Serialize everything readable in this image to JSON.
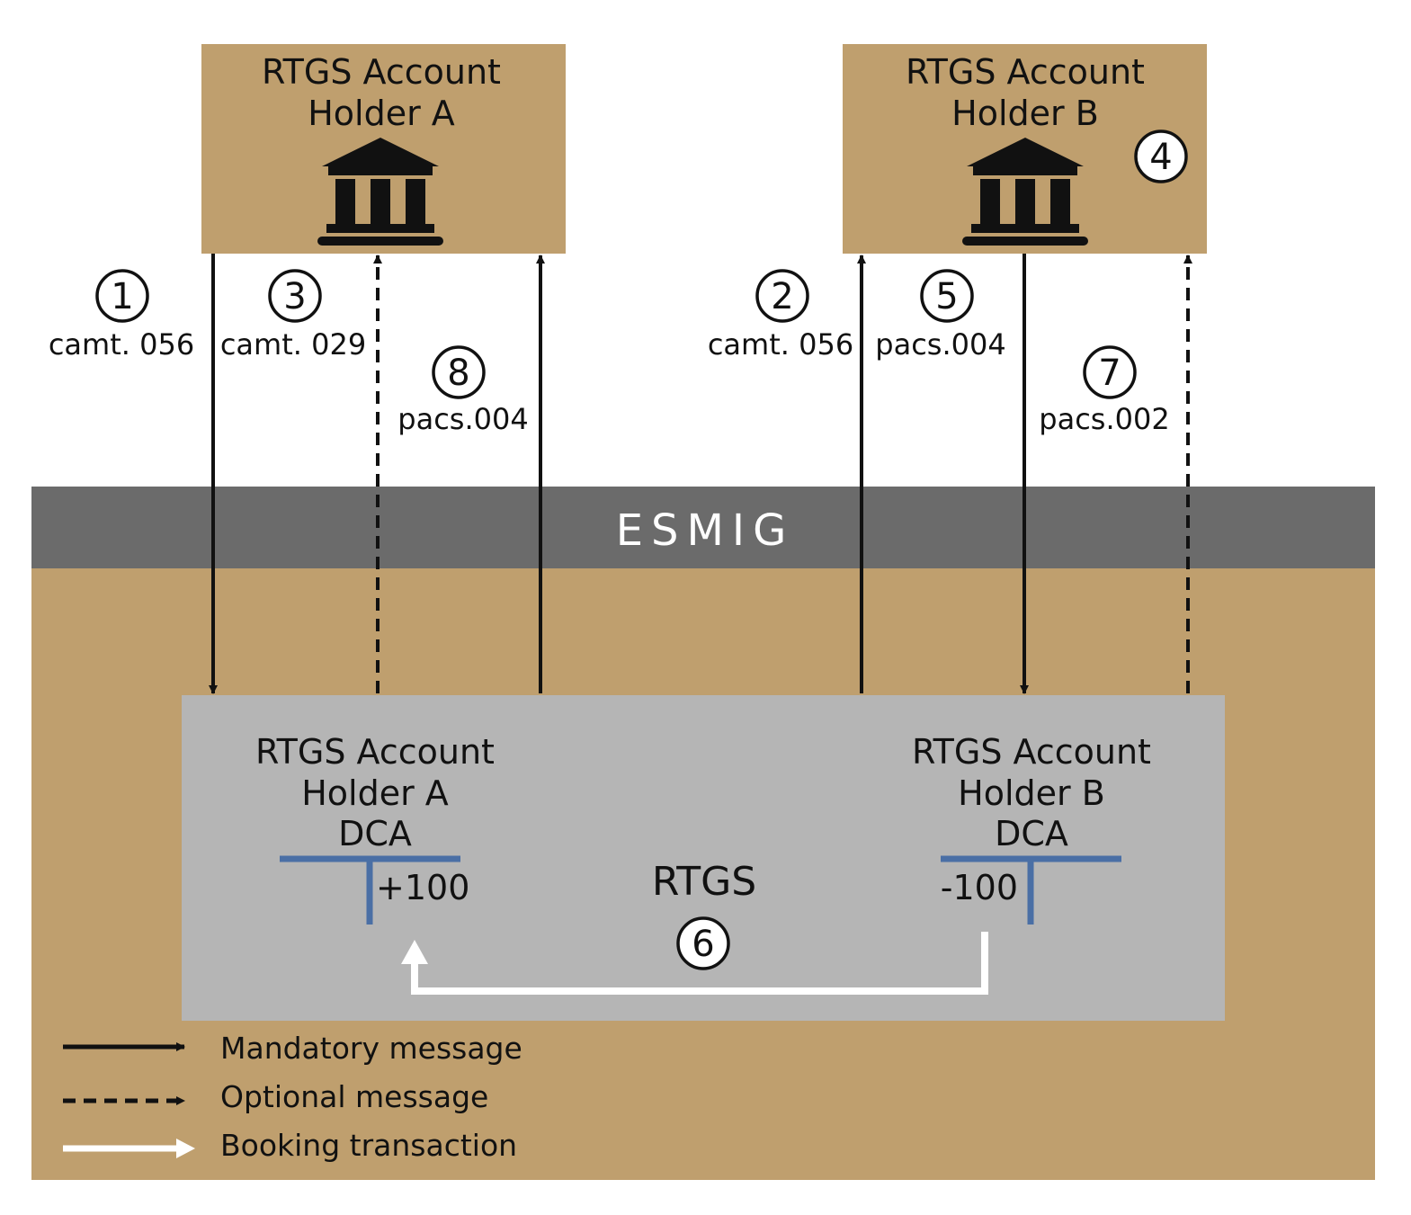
{
  "holder_a": {
    "line1": "RTGS Account",
    "line2": "Holder A"
  },
  "holder_b": {
    "line1": "RTGS Account",
    "line2": "Holder B"
  },
  "esmig": {
    "label": "ESMIG"
  },
  "rtgs": {
    "label": "RTGS",
    "dca_a": {
      "line1": "RTGS Account",
      "line2": "Holder A",
      "line3": "DCA",
      "amount": "+100"
    },
    "dca_b": {
      "line1": "RTGS Account",
      "line2": "Holder B",
      "line3": "DCA",
      "amount": "-100"
    }
  },
  "steps": [
    {
      "number": "1",
      "message": "camt. 056"
    },
    {
      "number": "2",
      "message": "camt. 056"
    },
    {
      "number": "3",
      "message": "camt. 029"
    },
    {
      "number": "4",
      "message": ""
    },
    {
      "number": "5",
      "message": "pacs.004"
    },
    {
      "number": "6",
      "message": ""
    },
    {
      "number": "7",
      "message": "pacs.002"
    },
    {
      "number": "8",
      "message": "pacs.004"
    }
  ],
  "legend": {
    "mandatory": "Mandatory message",
    "optional": "Optional message",
    "booking": "Booking transaction"
  },
  "colors": {
    "gold": "#bf9f6e",
    "esmig_grey": "#6b6b6b",
    "rtgs_grey": "#b5b5b5",
    "account_line": "#4a6fa5",
    "arrow": "#111111",
    "booking_arrow": "#ffffff"
  },
  "icons": {
    "bank": "bank-building-icon"
  }
}
